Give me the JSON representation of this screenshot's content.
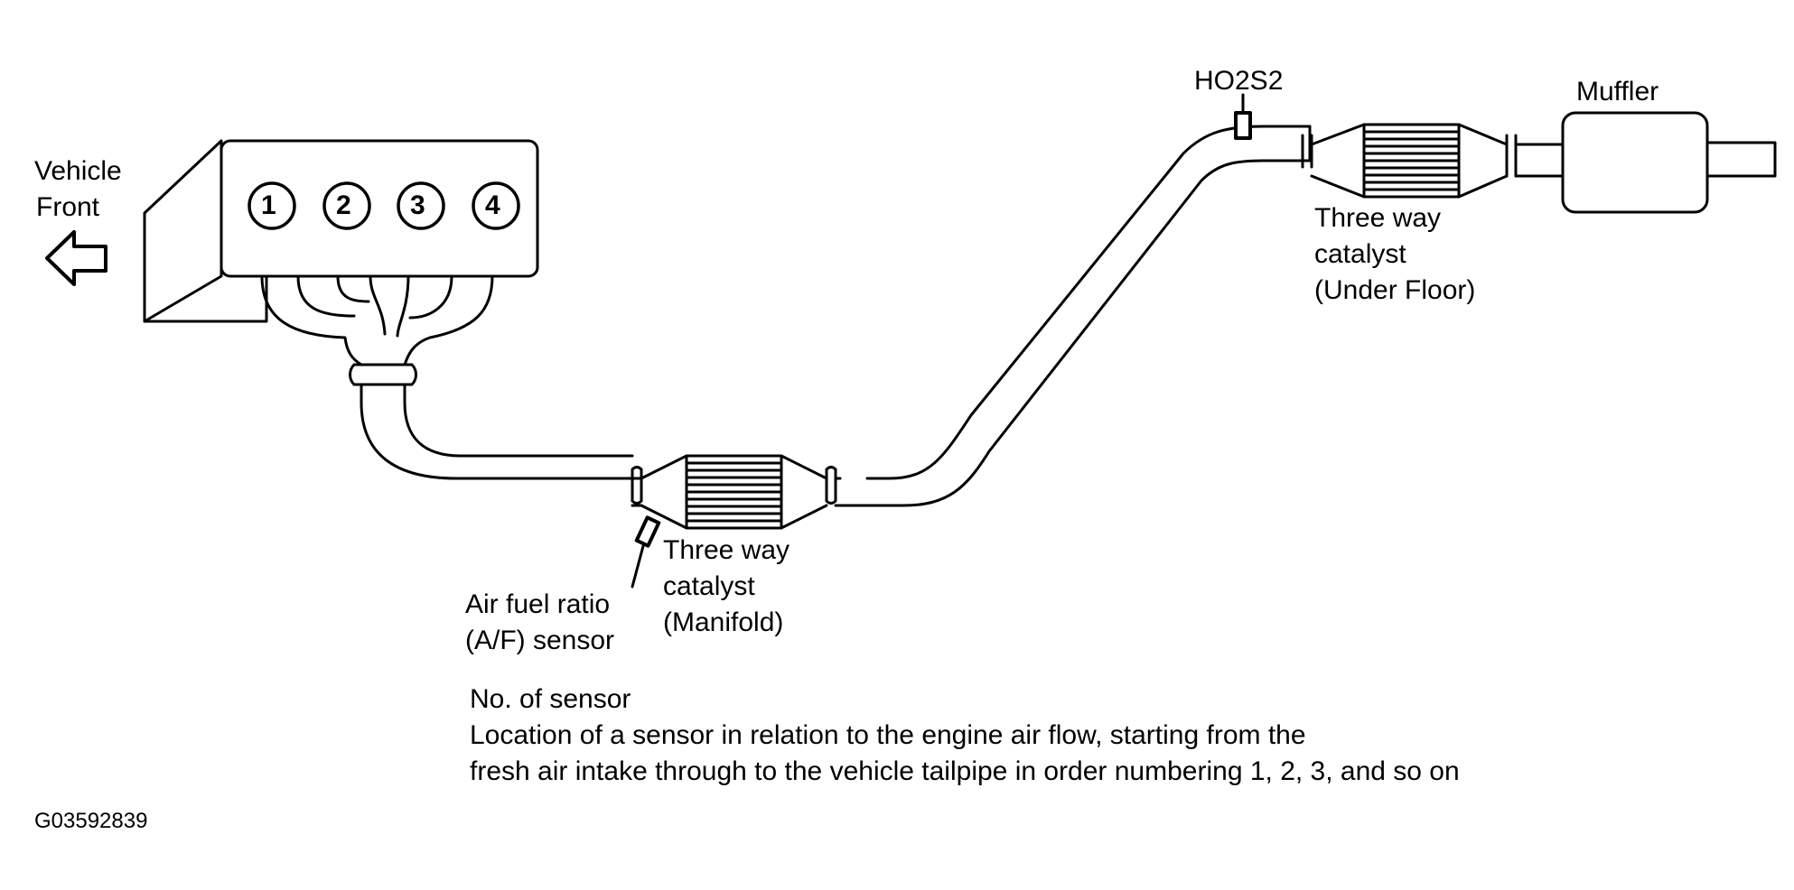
{
  "vehicle_front": [
    "Vehicle",
    "Front"
  ],
  "cylinders": [
    "1",
    "2",
    "3",
    "4"
  ],
  "sensors": {
    "ho2s2": "HO2S2",
    "af_sensor": [
      "Air fuel ratio",
      "(A/F) sensor"
    ]
  },
  "muffler": "Muffler",
  "catalyst_underfloor": [
    "Three way",
    "catalyst",
    "(Under Floor)"
  ],
  "catalyst_manifold": [
    "Three way",
    "catalyst",
    "(Manifold)"
  ],
  "note": {
    "title": "No. of sensor",
    "line1": "Location of a sensor in relation to the engine air flow, starting from the",
    "line2": "fresh air intake through to the vehicle tailpipe in order numbering 1, 2, 3, and so on"
  },
  "figure_id": "G03592839"
}
